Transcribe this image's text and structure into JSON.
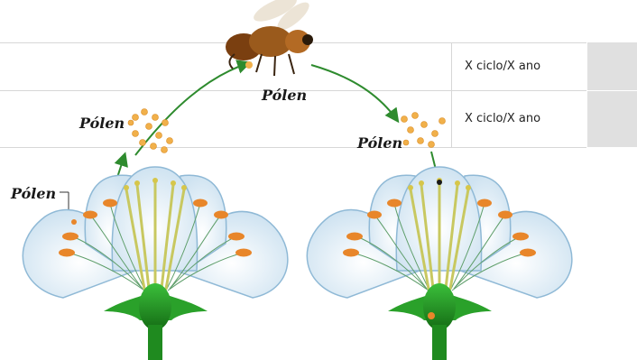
{
  "labels": {
    "bee_pollen": "Pólen",
    "left_cloud_pollen": "Pólen",
    "left_flower_pollen": "Pólen",
    "right_cloud_pollen": "Pólen"
  },
  "table": {
    "rows": [
      {
        "value": "X ciclo/X ano"
      },
      {
        "value": "X ciclo/X ano"
      }
    ]
  },
  "colors": {
    "arrow": "#2e8b2e",
    "petal": "#dcecf6",
    "stem": "#2aa12a",
    "anther": "#e8862a",
    "pollen": "#f1b04a",
    "bee_body": "#9a5a1c"
  }
}
